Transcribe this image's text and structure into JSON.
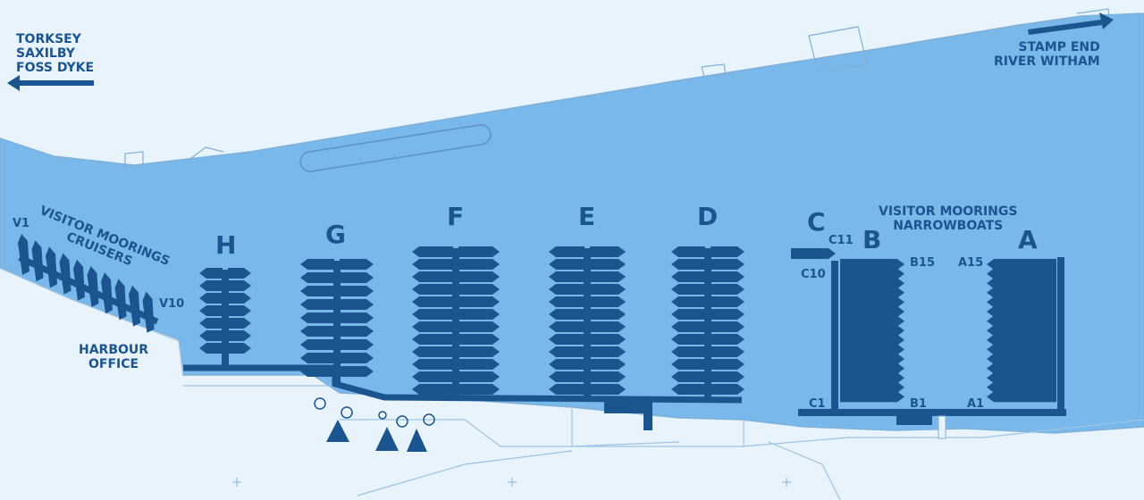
{
  "directions": {
    "west": [
      "TORKSEY",
      "SAXILBY",
      "FOSS DYKE"
    ],
    "east": [
      "STAMP END",
      "RIVER WITHAM"
    ]
  },
  "areas": {
    "cruisers": [
      "VISITOR MOORINGS",
      "CRUISERS"
    ],
    "narrowboats": [
      "VISITOR MOORINGS",
      "NARROWBOATS"
    ],
    "harbour_office": [
      "HARBOUR",
      "OFFICE"
    ]
  },
  "piers": [
    "H",
    "G",
    "F",
    "E",
    "D",
    "C",
    "B",
    "A"
  ],
  "berths": {
    "v_start": "V1",
    "v_end": "V10",
    "c_top": "C11",
    "c_mid": "C10",
    "c_bottom": "C1",
    "b_top": "B15",
    "b_bottom": "B1",
    "a_top": "A15",
    "a_bottom": "A1"
  },
  "colors": {
    "water": "#78b8ea",
    "land": "#e8f3fb",
    "pontoon": "#1a5590",
    "outline": "#7fb0d8"
  }
}
